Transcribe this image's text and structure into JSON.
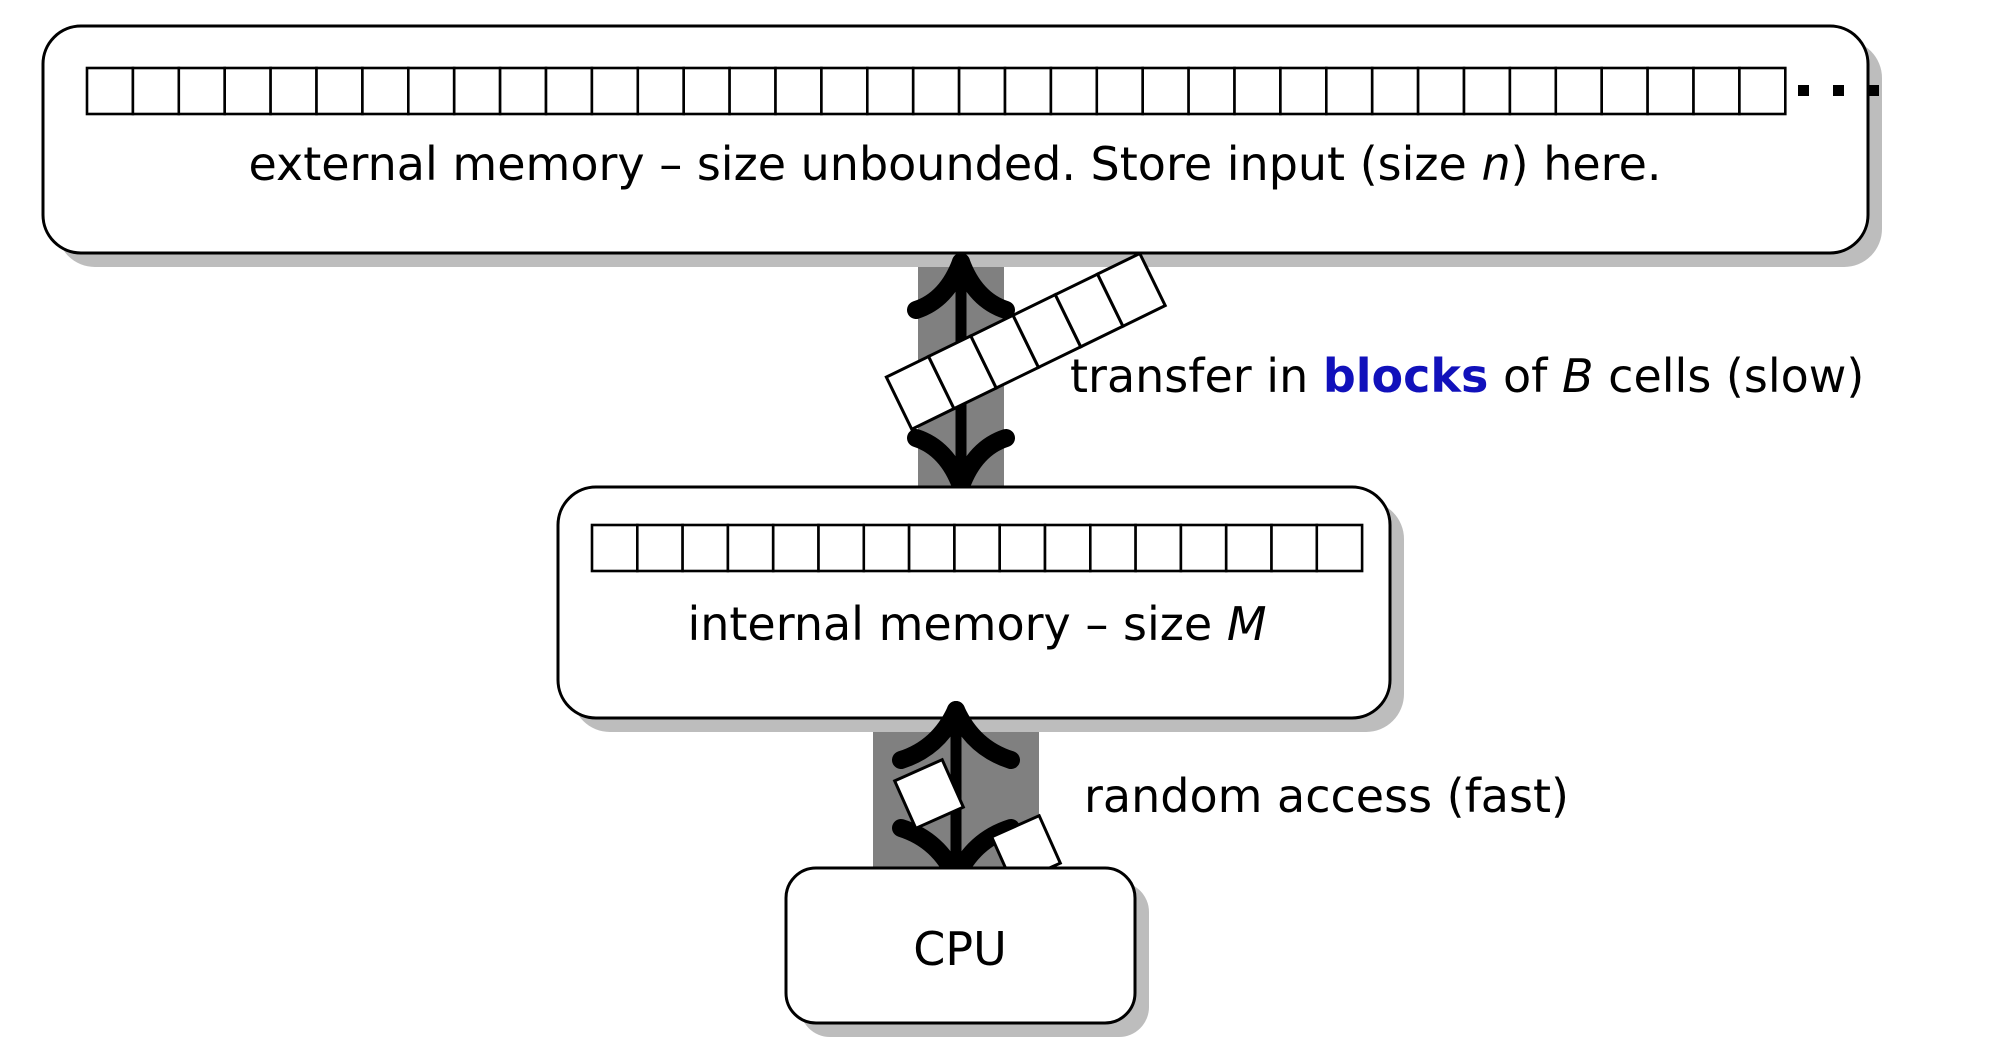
{
  "figure": {
    "title": "External memory model",
    "background_color": "#ffffff",
    "accent_color": "#1111bb",
    "channel_color": "#808080",
    "shadow_color": "#bdbdbd",
    "outline_color": "#000000"
  },
  "external_memory": {
    "label_prefix": "external memory – size unbounded. Store input (size ",
    "label_variable": "n",
    "label_suffix": ") here.",
    "full_label": "external memory – size unbounded. Store input (size n) here.",
    "cell_count": 37,
    "ellipsis": "· · ·",
    "unbounded": true
  },
  "transfer_channel": {
    "label_prefix": "transfer in ",
    "label_highlight": "blocks",
    "label_middle": " of ",
    "label_variable": "B",
    "label_suffix": " cells (slow)",
    "full_label": "transfer in blocks of B cells (slow)",
    "highlight_color": "#1111bb",
    "block_cell_count": 6,
    "direction": "bidirectional",
    "speed": "slow"
  },
  "internal_memory": {
    "label_prefix": "internal memory – size ",
    "label_variable": "M",
    "full_label": "internal memory – size M",
    "cell_count": 17
  },
  "access_channel": {
    "full_label": "random access (fast)",
    "loose_cell_count": 2,
    "direction": "bidirectional",
    "speed": "fast"
  },
  "cpu": {
    "label": "CPU"
  }
}
